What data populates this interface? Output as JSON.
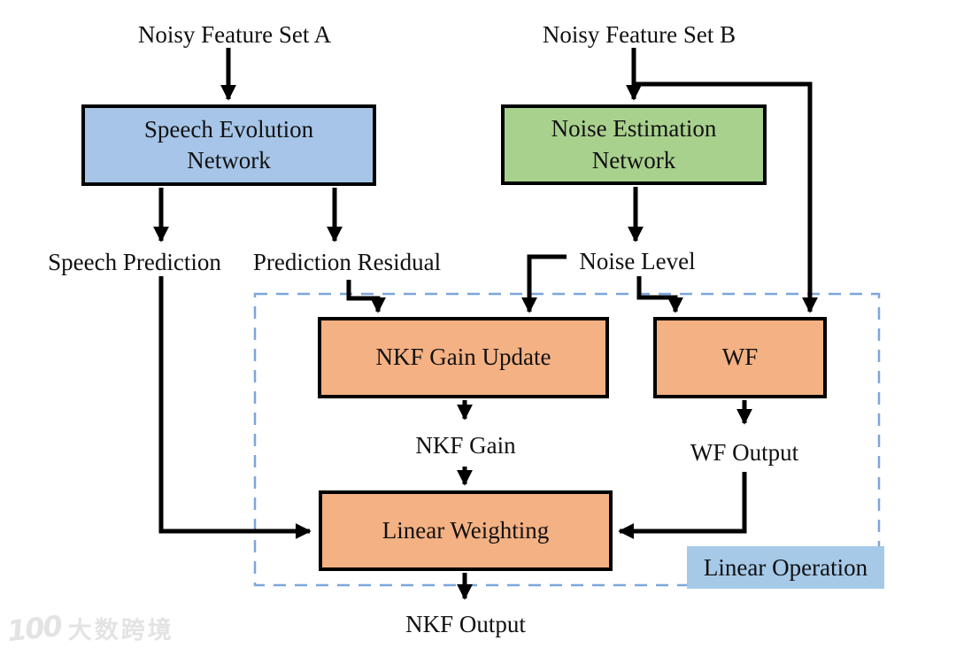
{
  "colors": {
    "speech_network_fill": "#a6c5e8",
    "noise_network_fill": "#a9d18e",
    "linear_block_fill": "#f4b183",
    "dashed_region_stroke": "#7ca6dc",
    "linear_operation_bg": "#a6c9e8",
    "connector": "#000000",
    "node_border": "#000000"
  },
  "labels": {
    "input_a": "Noisy Feature Set A",
    "input_b": "Noisy Feature Set B",
    "speech_network": "Speech Evolution\nNetwork",
    "noise_network": "Noise Estimation\nNetwork",
    "speech_prediction": "Speech Prediction",
    "prediction_residual": "Prediction Residual",
    "noise_level": "Noise Level",
    "nkf_gain_update": "NKF Gain Update",
    "wf": "WF",
    "nkf_gain": "NKF Gain",
    "wf_output": "WF Output",
    "linear_weighting": "Linear Weighting",
    "linear_operation": "Linear Operation",
    "nkf_output": "NKF Output"
  },
  "watermark": {
    "logo": "100",
    "text": "大数跨境"
  }
}
